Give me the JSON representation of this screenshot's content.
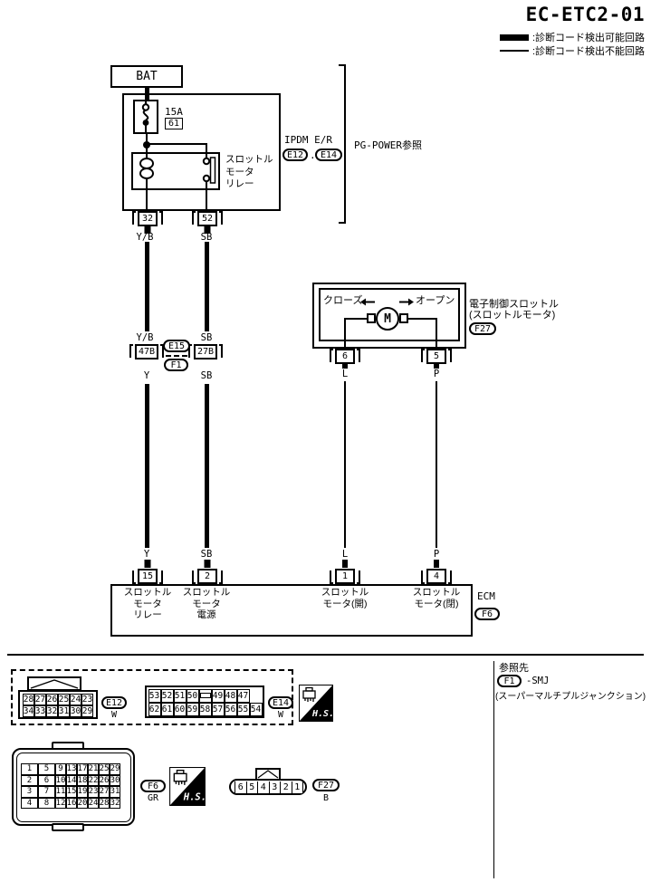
{
  "title": "EC-ETC2-01",
  "legend": {
    "detectable": ":診断コード検出可能回路",
    "not_detectable": ":診断コード検出不能回路"
  },
  "battery": {
    "label": "BAT"
  },
  "ipdm": {
    "fuse_rating": "15A",
    "fuse_no": "61",
    "name": "IPDM E/R",
    "conn1": "E12",
    "conn_sep": ".",
    "conn2": "E14",
    "relay_lines": [
      "スロットル",
      "モータ",
      "リレー"
    ],
    "pg_ref": "PG-POWER参照",
    "pin_left": "32",
    "pin_right": "52"
  },
  "junction": {
    "upper": "E15",
    "lower": "F1",
    "pin_left": "47B",
    "pin_right": "27B"
  },
  "throttle": {
    "close_label": "クローズ",
    "open_label": "オープン",
    "motor_label": "M",
    "name_line1": "電子制御スロットル",
    "name_line2": "(スロットルモータ)",
    "conn": "F27",
    "pin_left": "6",
    "pin_right": "5"
  },
  "wires": {
    "w1_top": "Y/B",
    "w1_mid": "Y/B",
    "w1_low": "Y",
    "w1_ecm": "Y",
    "w2_top": "SB",
    "w2_mid": "SB",
    "w2_low": "SB",
    "w2_ecm": "SB",
    "w3_top": "L",
    "w3_ecm": "L",
    "w4_top": "P",
    "w4_ecm": "P"
  },
  "ecm": {
    "pin1": "15",
    "pin2": "2",
    "pin3": "1",
    "pin4": "4",
    "t1": [
      "スロットル",
      "モータ",
      "リレー"
    ],
    "t2": [
      "スロットル",
      "モータ",
      "電源"
    ],
    "t3": [
      "スロットル",
      "モータ(開)"
    ],
    "t4": [
      "スロットル",
      "モータ(閉)"
    ],
    "name": "ECM",
    "conn": "F6"
  },
  "reference": {
    "heading": "参照先",
    "conn": "F1",
    "smj": "-SMJ",
    "desc": "(スーパーマルチプルジャンクション)"
  },
  "hs_label": "H.S.",
  "connectors": {
    "e12": {
      "label": "E12",
      "color": "W",
      "rows": [
        [
          "28",
          "27",
          "26",
          "25",
          "24",
          "23"
        ],
        [
          "34",
          "33",
          "32",
          "31",
          "30",
          "29"
        ]
      ]
    },
    "e14": {
      "label": "E14",
      "color": "W",
      "row1_left": [
        "53",
        "52",
        "51",
        "50"
      ],
      "row1_right": [
        "49",
        "48",
        "47"
      ],
      "row2": [
        "62",
        "61",
        "60",
        "59",
        "58",
        "57",
        "56",
        "55",
        "54"
      ]
    },
    "f6": {
      "label": "F6",
      "color": "GR",
      "rows": [
        [
          "1",
          "5",
          "9",
          "13",
          "17",
          "21",
          "25",
          "29"
        ],
        [
          "2",
          "6",
          "10",
          "14",
          "18",
          "22",
          "26",
          "30"
        ],
        [
          "3",
          "7",
          "11",
          "15",
          "19",
          "23",
          "27",
          "31"
        ],
        [
          "4",
          "8",
          "12",
          "16",
          "20",
          "24",
          "28",
          "32"
        ]
      ]
    },
    "f27": {
      "label": "F27",
      "color": "B",
      "cells": [
        "6",
        "5",
        "4",
        "3",
        "2",
        "1"
      ]
    }
  }
}
